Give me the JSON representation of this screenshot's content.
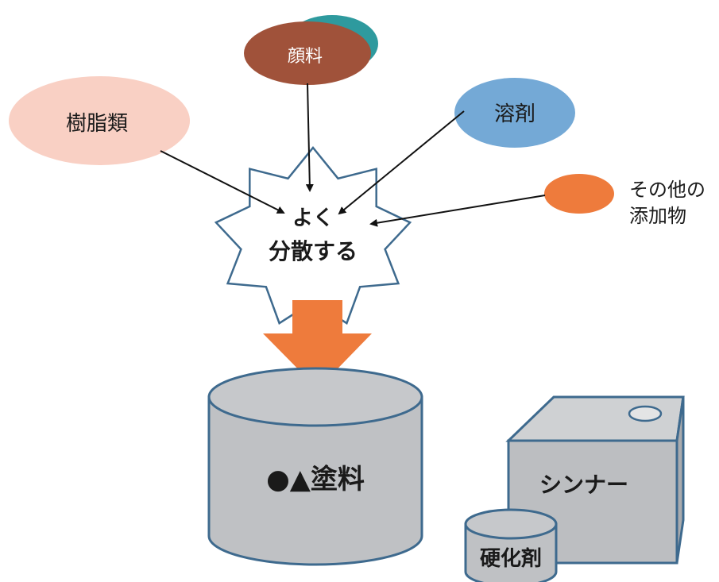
{
  "nodes": {
    "pigment": "顔料",
    "resin": "樹脂類",
    "solvent": "溶剤",
    "other_line1": "その他の",
    "other_line2": "添加物",
    "disperse_line1": "よく",
    "disperse_line2": "分散する",
    "paint": "●▲塗料",
    "thinner": "シンナー",
    "hardener": "硬化剤"
  },
  "colors": {
    "resin": "#f9d0c4",
    "pigment_front": "#a0523a",
    "pigment_back": "#2e9a9e",
    "solvent": "#74a9d6",
    "other": "#ee7b3c",
    "big_arrow": "#ee7b3c",
    "container_fill": "#bfc1c4",
    "container_stroke": "#3e6a8e"
  }
}
